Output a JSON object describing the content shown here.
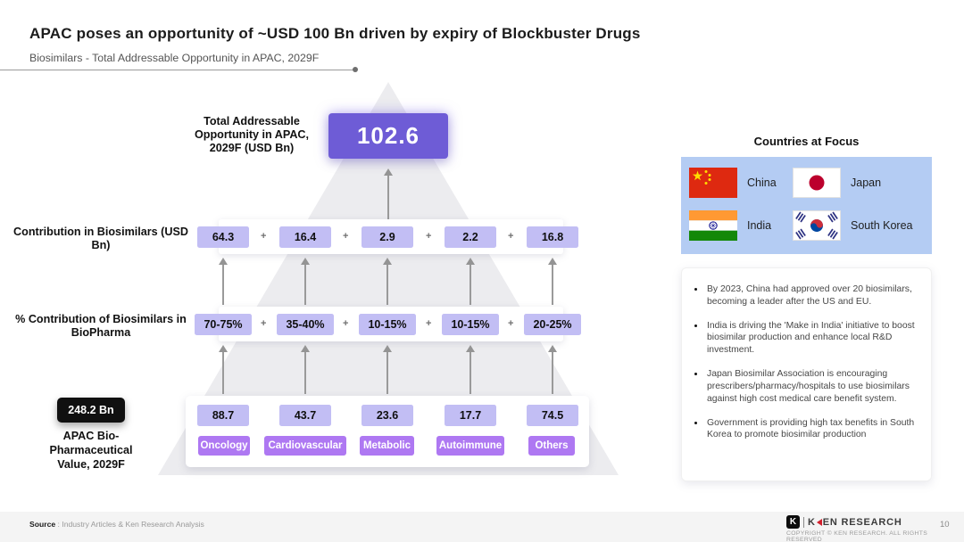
{
  "slide": {
    "title": "APAC poses an opportunity of ~USD 100 Bn driven by expiry of Blockbuster Drugs",
    "subtitle": "Biosimilars - Total Addressable Opportunity in APAC, 2029F"
  },
  "pyramid": {
    "plus": "+",
    "top_label": "Total Addressable Opportunity in APAC, 2029F (USD Bn)",
    "top_value": "102.6",
    "rows": [
      {
        "label": "Contribution in Biosimilars (USD Bn)",
        "values": [
          "64.3",
          "16.4",
          "2.9",
          "2.2",
          "16.8"
        ]
      },
      {
        "label": "% Contribution of Biosimilars in BioPharma",
        "values": [
          "70-75%",
          "35-40%",
          "10-15%",
          "10-15%",
          "20-25%"
        ]
      }
    ],
    "base": {
      "badge_value": "248.2 Bn",
      "badge_label": "APAC Bio-Pharmaceutical Value, 2029F",
      "values": [
        "88.7",
        "43.7",
        "23.6",
        "17.7",
        "74.5"
      ],
      "categories": [
        "Oncology",
        "Cardiovascular",
        "Metabolic",
        "Autoimmune",
        "Others"
      ]
    }
  },
  "countries": {
    "heading": "Countries at Focus",
    "items": [
      {
        "name": "China"
      },
      {
        "name": "Japan"
      },
      {
        "name": "India"
      },
      {
        "name": "South Korea"
      }
    ]
  },
  "insights": {
    "bullets": [
      "By 2023, China had approved over 20 biosimilars, becoming a leader after the US and EU.",
      "India is driving the 'Make in India' initiative to boost biosimilar production and enhance local R&D investment.",
      "Japan Biosimilar Association is encouraging prescribers/pharmacy/hospitals to use biosimilars against high cost medical care benefit system.",
      "Government is providing high tax benefits in South Korea to promote biosimilar production"
    ]
  },
  "footer": {
    "source_label": "Source",
    "source_separator": ":",
    "source_text": "Industry Articles & Ken Research Analysis",
    "logo_box_letter": "K",
    "logo_name_k": "K",
    "logo_name_rest": "EN RESEARCH",
    "copyright": "COPYRIGHT © KEN RESEARCH. ALL RIGHTS RESERVED",
    "page_number": "10"
  },
  "colors": {
    "accent_purple": "#6E5CD6",
    "value_box_lavender": "#C2BEF4",
    "category_chip_purple": "#AE78F2",
    "countries_panel_blue": "#B4CCF3",
    "badge_black": "#101010",
    "arrow_gray": "#9A9A9A",
    "pyramid_gray": "#ECECEF"
  },
  "chart_data": {
    "type": "table",
    "title": "Biosimilars - Total Addressable Opportunity in APAC, 2029F",
    "categories": [
      "Oncology",
      "Cardiovascular",
      "Metabolic",
      "Autoimmune",
      "Others"
    ],
    "series": [
      {
        "name": "APAC Bio-Pharmaceutical Value, 2029F (USD Bn)",
        "values": [
          88.7,
          43.7,
          23.6,
          17.7,
          74.5
        ]
      },
      {
        "name": "% Contribution of Biosimilars in BioPharma",
        "values": [
          "70-75%",
          "35-40%",
          "10-15%",
          "10-15%",
          "20-25%"
        ]
      },
      {
        "name": "Contribution in Biosimilars (USD Bn)",
        "values": [
          64.3,
          16.4,
          2.9,
          2.2,
          16.8
        ]
      }
    ],
    "total": 102.6,
    "total_label": "Total Addressable Opportunity in APAC, 2029F (USD Bn)",
    "apac_biopharma_total": 248.2
  }
}
